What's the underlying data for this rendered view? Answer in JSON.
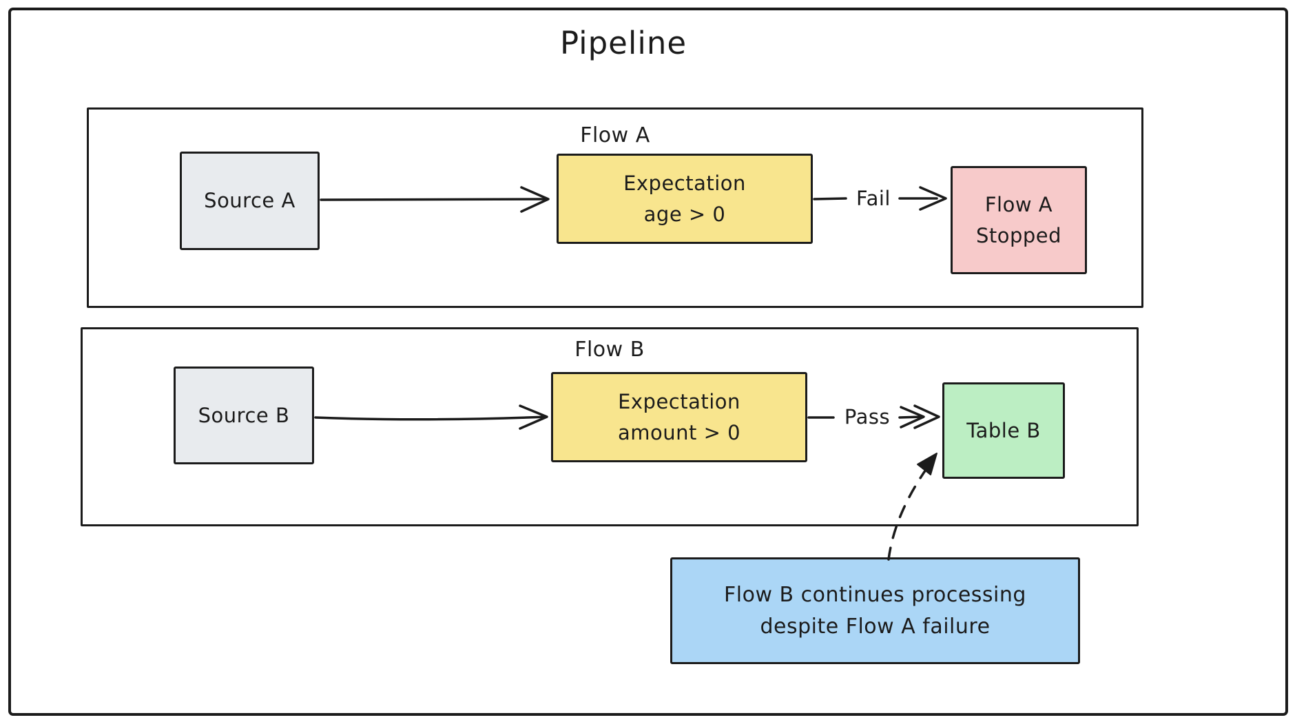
{
  "diagram": {
    "title": "Pipeline",
    "flow_a": {
      "label": "Flow A",
      "source_label": "Source A",
      "expectation_line1": "Expectation",
      "expectation_line2": "age > 0",
      "edge_label": "Fail",
      "result_line1": "Flow A",
      "result_line2": "Stopped"
    },
    "flow_b": {
      "label": "Flow B",
      "source_label": "Source B",
      "expectation_line1": "Expectation",
      "expectation_line2": "amount > 0",
      "edge_label": "Pass",
      "result_label": "Table B"
    },
    "note": {
      "line1": "Flow B continues processing",
      "line2": "despite Flow A failure"
    },
    "colors": {
      "stroke": "#1b1b1b",
      "background": "#ffffff",
      "source_fill": "#e8ebee",
      "expectation_fill": "#f8e58e",
      "fail_fill": "#f7caca",
      "pass_fill": "#bceec3",
      "note_fill": "#abd6f6"
    }
  }
}
